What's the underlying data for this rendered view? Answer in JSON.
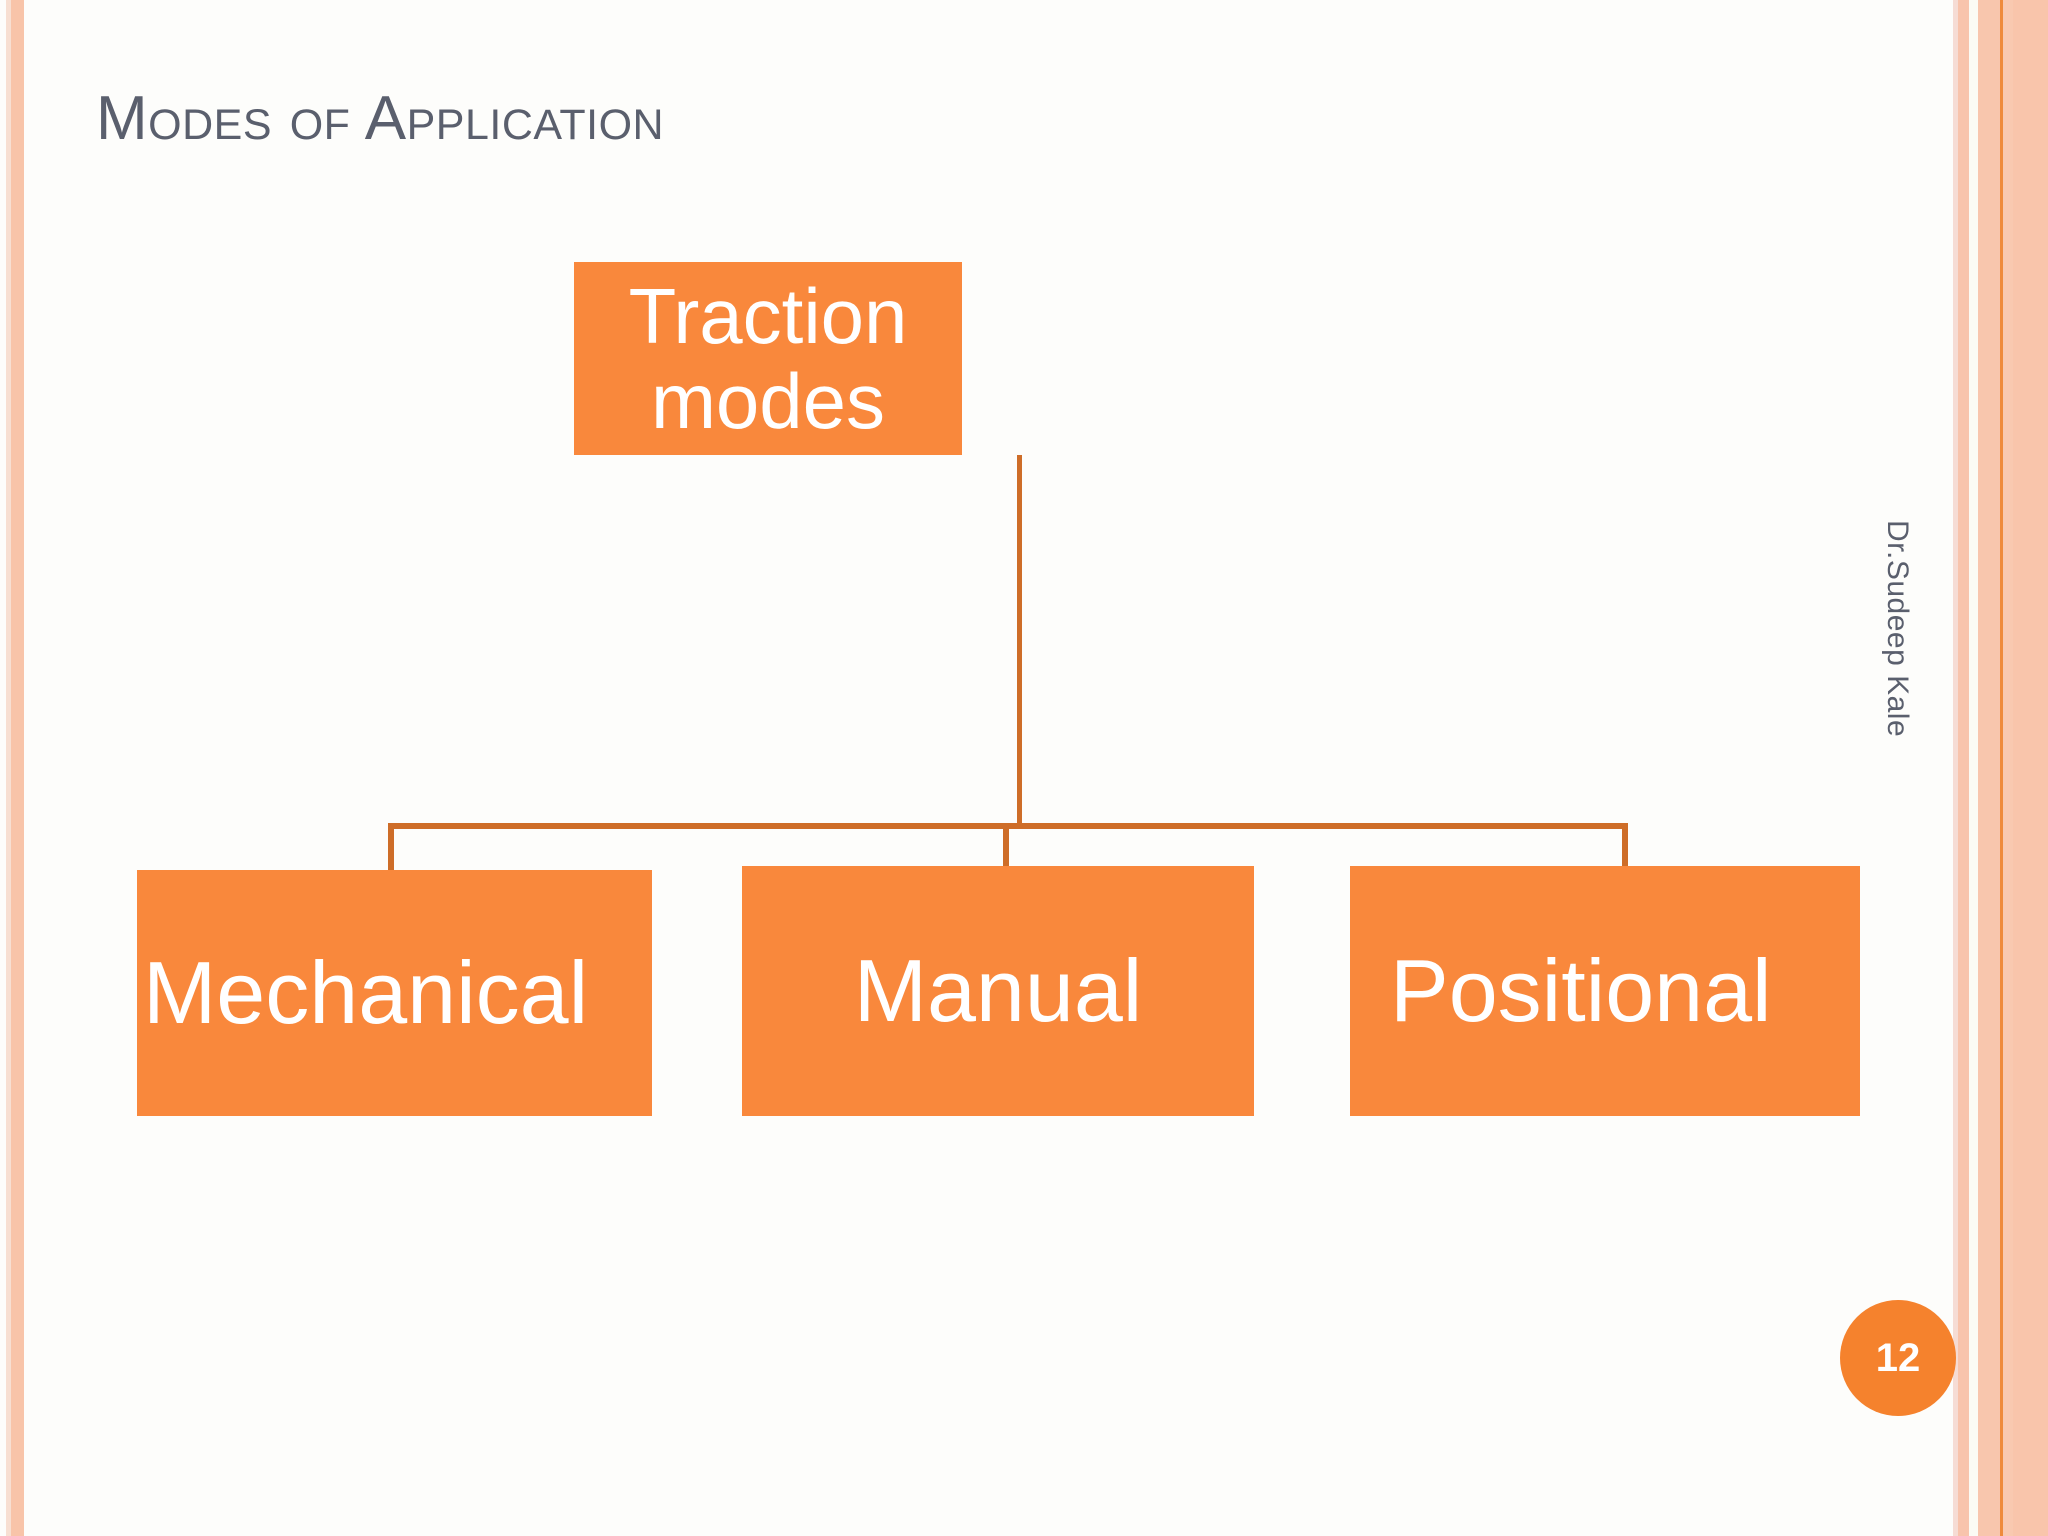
{
  "slide": {
    "title": "Modes of Application",
    "author": "Dr.Sudeep Kale",
    "page_number": "12",
    "background_color": "#fdfdfb",
    "title_color": "#5a5f6d",
    "accent_color": "#f9883c",
    "connector_color": "#ce6d28",
    "badge_color": "#f5822d"
  },
  "diagram": {
    "type": "tree",
    "root": {
      "label": "Traction\nmodes",
      "fill": "#f9883c",
      "text_color": "#ffffff"
    },
    "children": [
      {
        "label": "Mechanical",
        "fill": "#f9883c",
        "text_color": "#ffffff"
      },
      {
        "label": "Manual",
        "fill": "#f9883c",
        "text_color": "#ffffff"
      },
      {
        "label": "Positional",
        "fill": "#f9883c",
        "text_color": "#ffffff"
      }
    ]
  },
  "decor": {
    "left_stripe_colors": [
      "#f7dfd2",
      "#f8c4a9"
    ],
    "right_stripe_colors": [
      "#f6dcd4",
      "#f8c4ac",
      "#fbfbf4",
      "#f8c6ad",
      "#ef8b3c",
      "#f9c9b0",
      "#f9c5ab"
    ]
  }
}
